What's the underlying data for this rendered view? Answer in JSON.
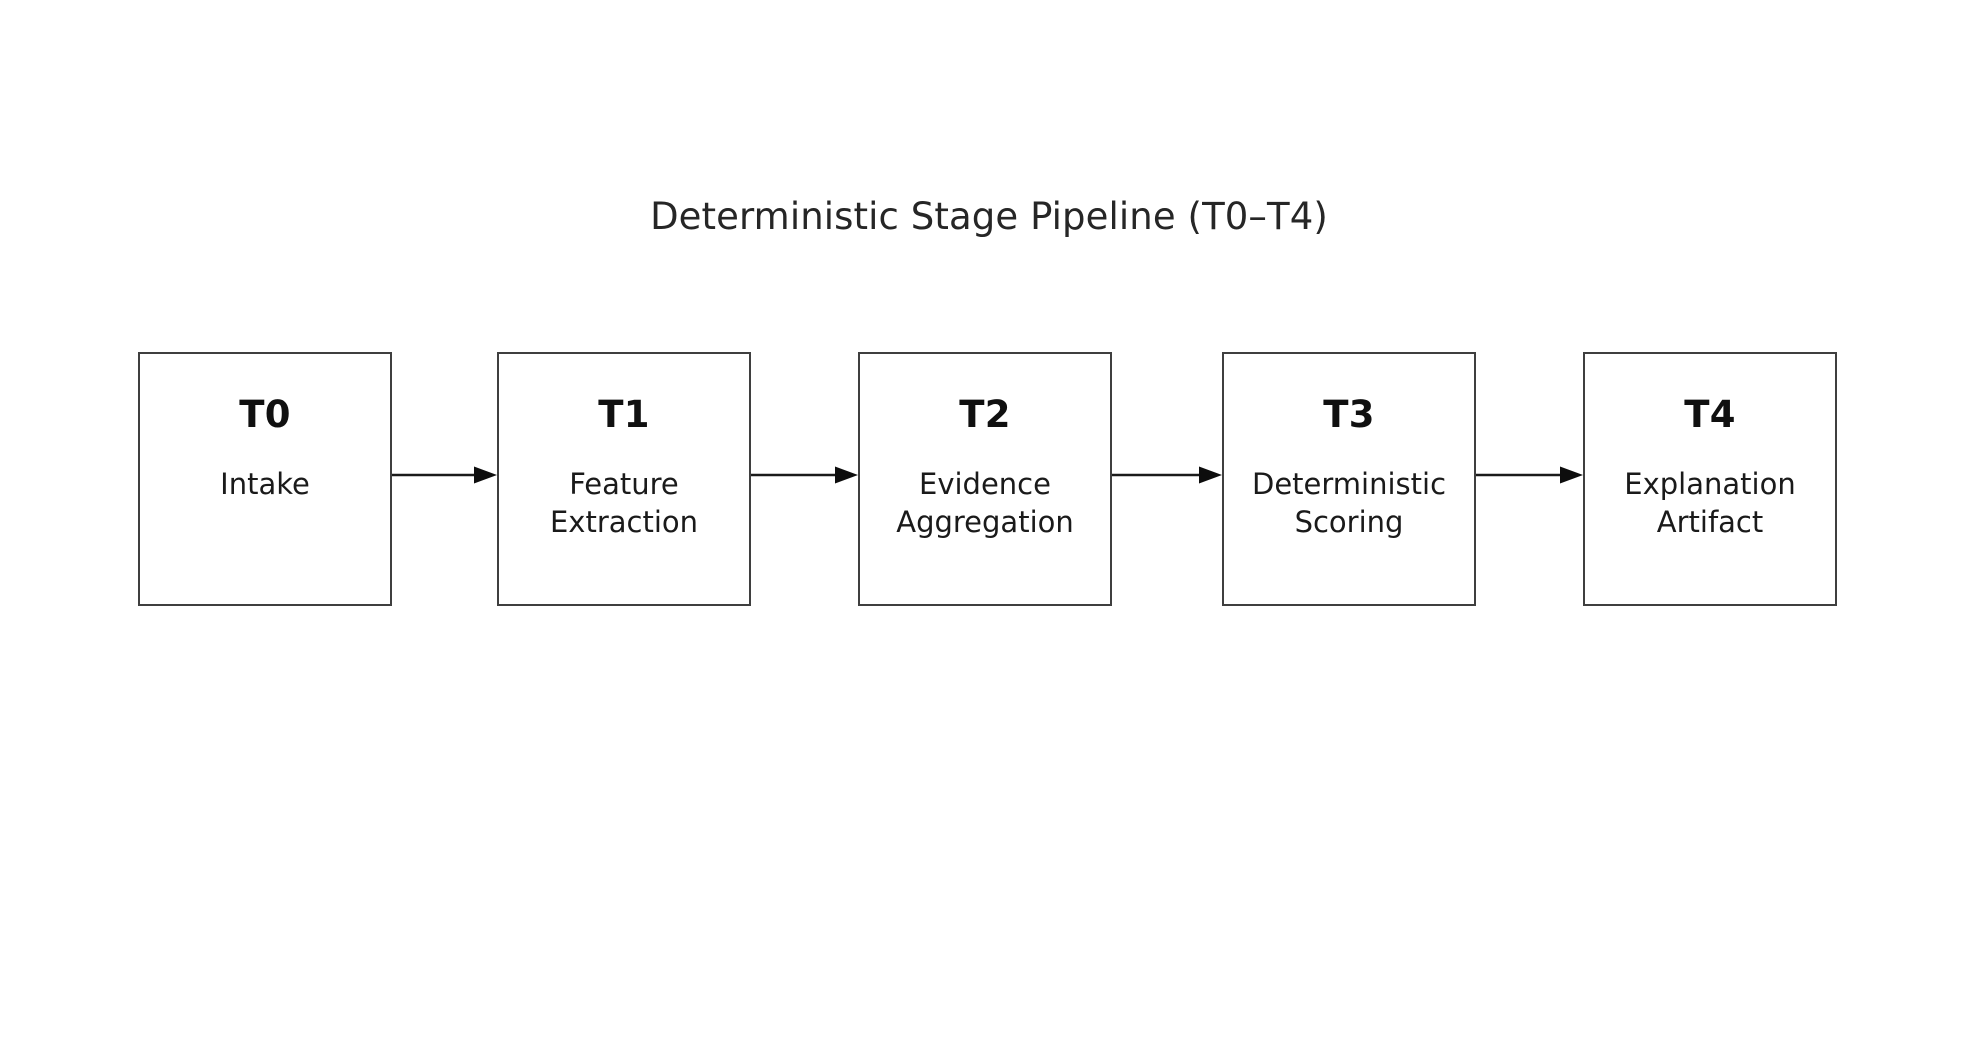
{
  "diagram": {
    "title": "Deterministic Stage Pipeline (T0–T4)",
    "background_color": "#ffffff",
    "node_border_color": "#3f3f3f",
    "node_fill_color": "#ffffff",
    "text_color": "#1a1a1a",
    "title_color": "#262626",
    "arrow_color": "#1a1a1a",
    "stages": [
      {
        "id": "T0",
        "label": "Intake"
      },
      {
        "id": "T1",
        "label": "Feature\nExtraction"
      },
      {
        "id": "T2",
        "label": "Evidence\nAggregation"
      },
      {
        "id": "T3",
        "label": "Deterministic\nScoring"
      },
      {
        "id": "T4",
        "label": "Explanation\nArtifact"
      }
    ],
    "connectors": [
      {
        "from": "T0",
        "to": "T1",
        "style": "solid-arrow"
      },
      {
        "from": "T1",
        "to": "T2",
        "style": "solid-arrow"
      },
      {
        "from": "T2",
        "to": "T3",
        "style": "solid-arrow"
      },
      {
        "from": "T3",
        "to": "T4",
        "style": "solid-arrow"
      }
    ]
  }
}
